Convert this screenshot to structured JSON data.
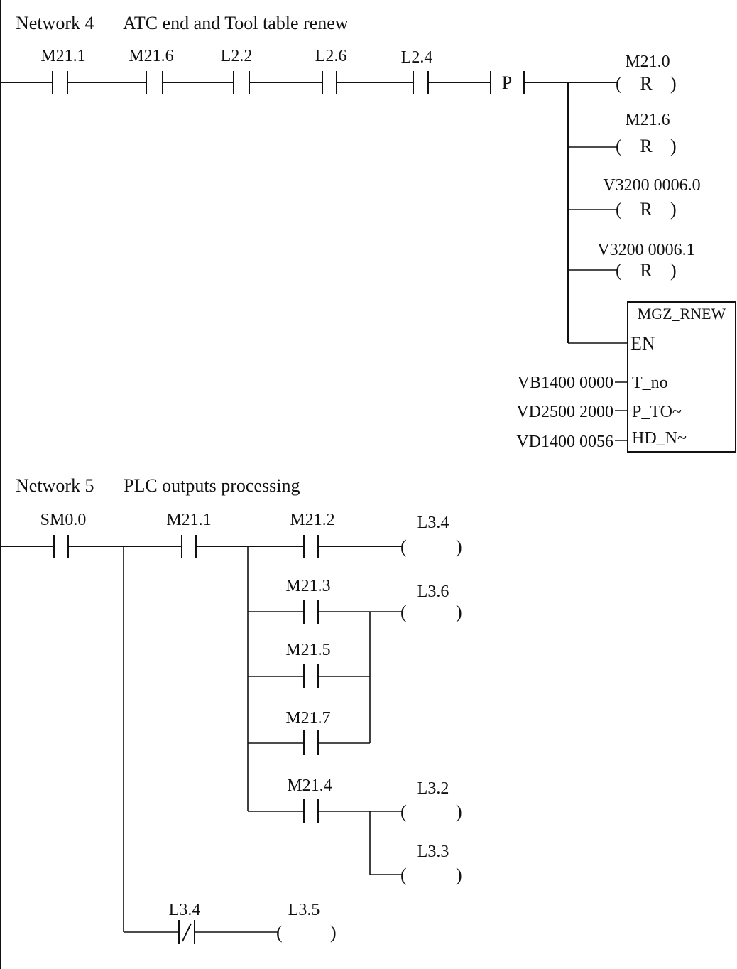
{
  "networks": [
    {
      "number_label": "Network 4",
      "comment": "ATC end and Tool table renew",
      "series_contacts": [
        {
          "address": "M21.1",
          "type": "NO"
        },
        {
          "address": "M21.6",
          "type": "NO"
        },
        {
          "address": "L2.2",
          "type": "NO"
        },
        {
          "address": "L2.6",
          "type": "NO"
        },
        {
          "address": "L2.4",
          "type": "NO"
        }
      ],
      "edge_detector": {
        "symbol": "P",
        "type": "positive-transition"
      },
      "reset_coils": [
        {
          "address": "M21.0",
          "symbol": "R"
        },
        {
          "address": "M21.6",
          "symbol": "R"
        },
        {
          "address": "V3200 0006.0",
          "symbol": "R"
        },
        {
          "address": "V3200 0006.1",
          "symbol": "R"
        }
      ],
      "function_block": {
        "name": "MGZ_RNEW",
        "en_pin": "EN",
        "inputs": [
          {
            "operand": "VB1400 0000",
            "pin": "T_no"
          },
          {
            "operand": "VD2500 2000",
            "pin": "P_TO~"
          },
          {
            "operand": "VD1400 0056",
            "pin": "HD_N~"
          }
        ]
      }
    },
    {
      "number_label": "Network 5",
      "comment": "PLC outputs processing",
      "contacts": [
        {
          "address": "SM0.0",
          "type": "NO"
        },
        {
          "address": "M21.1",
          "type": "NO"
        },
        {
          "address": "M21.2",
          "type": "NO"
        },
        {
          "address": "M21.3",
          "type": "NO"
        },
        {
          "address": "M21.5",
          "type": "NO"
        },
        {
          "address": "M21.7",
          "type": "NO"
        },
        {
          "address": "M21.4",
          "type": "NO"
        },
        {
          "address": "L3.4",
          "type": "NC"
        }
      ],
      "coils": [
        {
          "address": "L3.4"
        },
        {
          "address": "L3.6"
        },
        {
          "address": "L3.2"
        },
        {
          "address": "L3.3"
        },
        {
          "address": "L3.5"
        }
      ]
    }
  ],
  "symbols": {
    "coil_open": "(",
    "coil_close": ")"
  }
}
